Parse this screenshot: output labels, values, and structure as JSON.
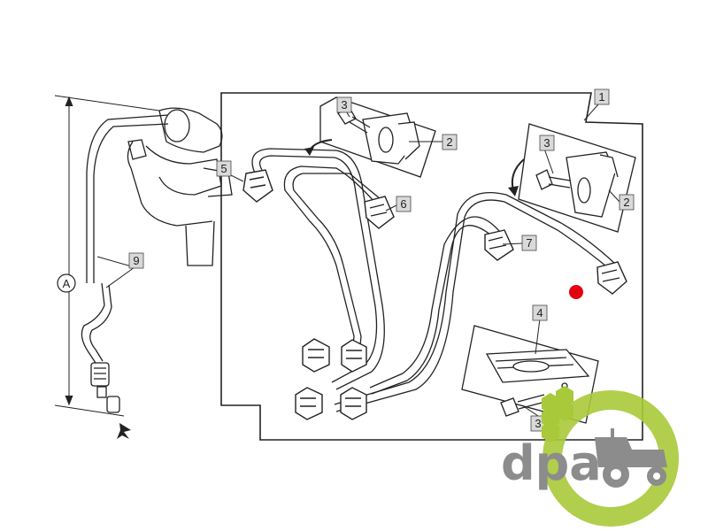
{
  "diagram": {
    "callouts": {
      "c1": "1",
      "c2a": "2",
      "c2b": "2",
      "c3a": "3",
      "c3b": "3",
      "c3c": "3",
      "c4": "4",
      "c5": "5",
      "c6": "6",
      "c7": "7",
      "c9": "9"
    },
    "dimension_label": "A"
  },
  "logo": {
    "text": "dpa",
    "colors": {
      "gray": "#8c8c8c",
      "green": "#a8c93a",
      "white": "#ffffff"
    }
  },
  "marker": {
    "color": "#e3000f"
  }
}
